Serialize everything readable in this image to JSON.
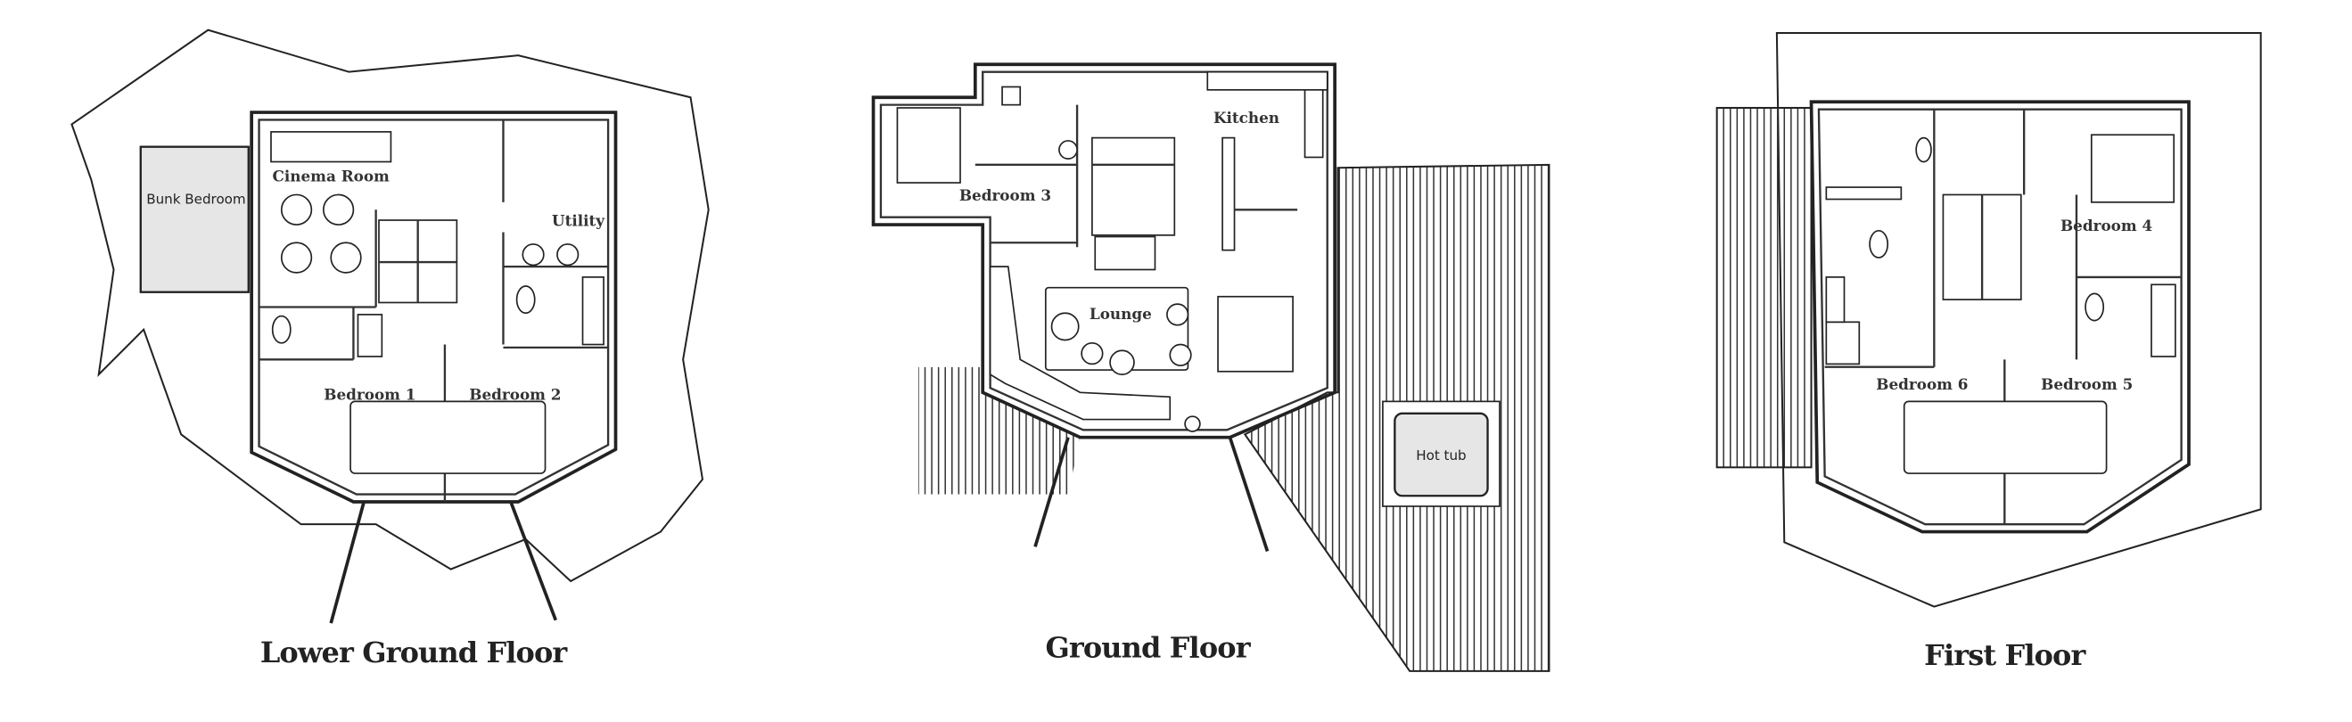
{
  "floors": [
    {
      "title": "Lower Ground Floor",
      "rooms": [
        "Bunk Bedroom",
        "Cinema Room",
        "Utility",
        "Bedroom 1",
        "Bedroom 2"
      ]
    },
    {
      "title": "Ground Floor",
      "rooms": [
        "Bedroom 3",
        "Kitchen",
        "Lounge",
        "Hot tub"
      ]
    },
    {
      "title": "First Floor",
      "rooms": [
        "Bedroom 4",
        "Bedroom 6",
        "Bedroom 5"
      ]
    }
  ],
  "colors": {
    "line": "#222222",
    "fill_grey": "#e6e6e7",
    "background": "#ffffff"
  }
}
